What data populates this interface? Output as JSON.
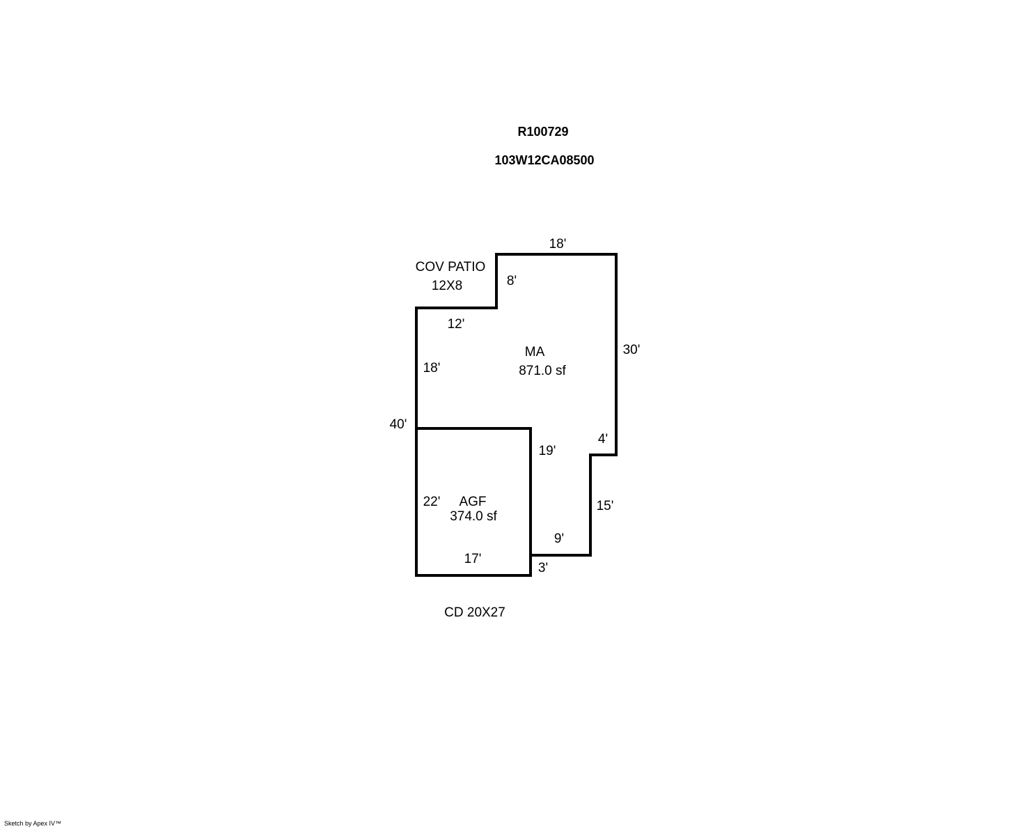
{
  "header": {
    "account_id": "R100729",
    "map_tax_lot": "103W12CA08500"
  },
  "areas": {
    "main": {
      "name": "MA",
      "area": "871.0 sf"
    },
    "garage": {
      "name": "AGF",
      "area": "374.0 sf"
    },
    "patio": {
      "name": "COV PATIO",
      "size": "12X8"
    },
    "deck": {
      "label": "CD 20X27"
    }
  },
  "dimensions": {
    "top": "18'",
    "patio_notch_vertical": "8'",
    "patio_notch_horizontal": "12'",
    "right": "30'",
    "left_upper": "18'",
    "left_total": "40'",
    "right_step": "4'",
    "garage_right": "19'",
    "right_lower": "15'",
    "bottom_ma": "9'",
    "bottom_step": "3'",
    "garage_left": "22'",
    "garage_bottom": "17'"
  },
  "footer": {
    "credit": "Sketch by Apex IV™"
  },
  "colors": {
    "line": "#000000",
    "background": "#ffffff"
  }
}
